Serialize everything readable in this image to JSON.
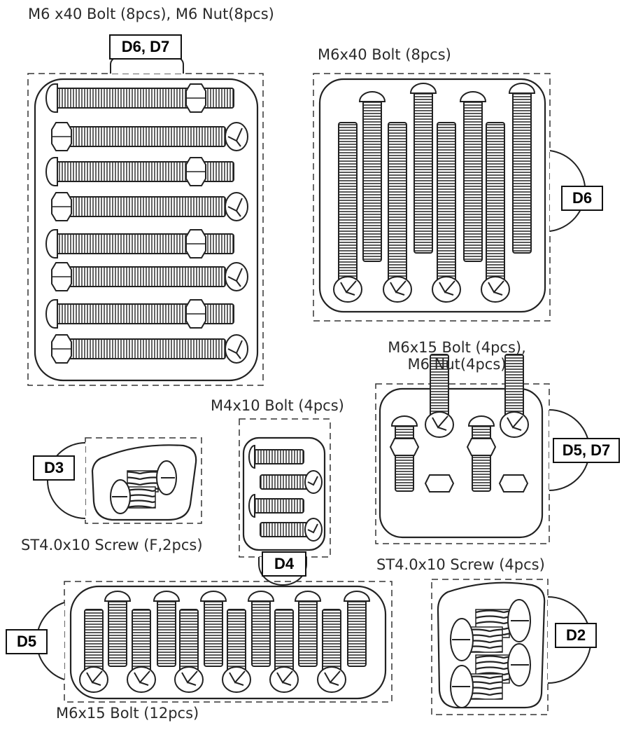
{
  "groups": [
    {
      "id": "g1",
      "caption": "M6 x40 Bolt (8pcs), M6 Nut(8pcs)",
      "tag": "D6, D7",
      "icon": "bolt-with-nut-pack"
    },
    {
      "id": "g2",
      "caption": "M6x40 Bolt (8pcs)",
      "tag": "D6",
      "icon": "long-bolt-pack"
    },
    {
      "id": "g3",
      "caption_lines": [
        "M6x15 Bolt (4pcs),",
        "M6 Nut(4pcs)"
      ],
      "tag": "D5, D7",
      "icon": "short-bolt-with-nut-pack"
    },
    {
      "id": "g4",
      "caption": "M4x10 Bolt (4pcs)",
      "tag": "D4",
      "icon": "small-bolt-pack"
    },
    {
      "id": "g5",
      "caption": "ST4.0x10 Screw (F,2pcs)",
      "tag": "D3",
      "icon": "flat-screw-pack"
    },
    {
      "id": "g6",
      "caption": "ST4.0x10 Screw (4pcs)",
      "tag": "D2",
      "icon": "screw-pack"
    },
    {
      "id": "g7",
      "caption": "M6x15 Bolt (12pcs)",
      "tag": "D5",
      "icon": "short-bolt-pack"
    }
  ]
}
